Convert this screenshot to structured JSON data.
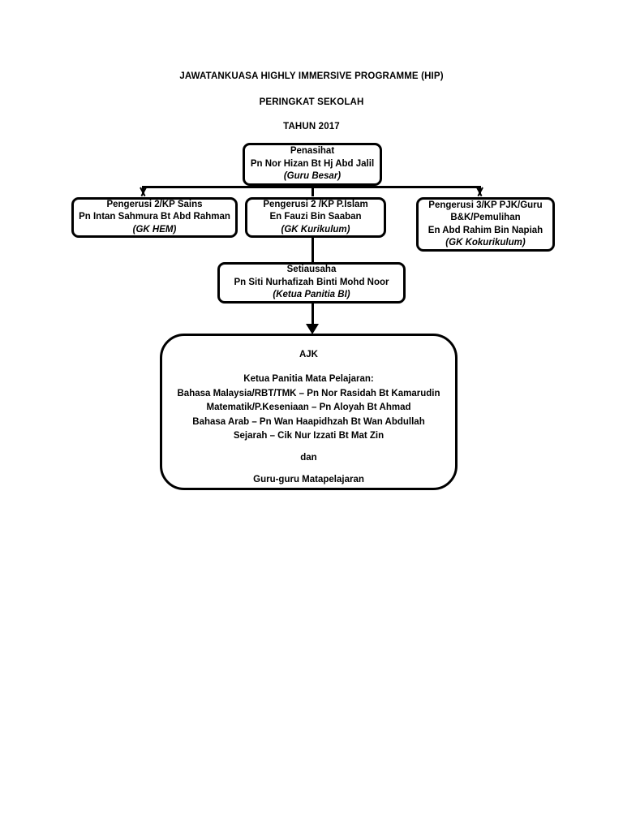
{
  "document": {
    "headings": {
      "main": "JAWATANKUASA HIGHLY IMMERSIVE PROGRAMME (HIP)",
      "sub": "PERINGKAT SEKOLAH",
      "year": "TAHUN 2017"
    }
  },
  "chart": {
    "type": "org-chart",
    "nodes": [
      {
        "id": "penasihat",
        "role": "Penasihat",
        "name": "Pn Nor Hizan Bt Hj Abd Jalil",
        "position": "(Guru Besar)"
      },
      {
        "id": "pengerusi2-sains",
        "role": "Pengerusi 2/KP Sains",
        "name": "Pn Intan Sahmura Bt Abd Rahman",
        "position": "(GK HEM)"
      },
      {
        "id": "pengerusi2-islam",
        "role": "Pengerusi 2 /KP P.Islam",
        "name": "En Fauzi Bin Saaban",
        "position": "(GK Kurikulum)"
      },
      {
        "id": "pengerusi3-pjk",
        "role_line1": "Pengerusi 3/KP PJK/Guru",
        "role_line2": "B&K/Pemulihan",
        "name": "En Abd Rahim Bin Napiah",
        "position": "(GK Kokurikulum)"
      },
      {
        "id": "setiausaha",
        "role": "Setiausaha",
        "name": "Pn Siti Nurhafizah Binti Mohd Noor",
        "position": "(Ketua Panitia BI)"
      },
      {
        "id": "ajk",
        "title": "AJK",
        "subheading": "Ketua Panitia Mata Pelajaran:",
        "members": [
          "Bahasa Malaysia/RBT/TMK – Pn Nor Rasidah Bt Kamarudin",
          "Matematik/P.Keseniaan – Pn Aloyah Bt Ahmad",
          "Bahasa Arab – Pn Wan Haapidhzah Bt Wan Abdullah",
          "Sejarah – Cik Nur Izzati Bt Mat Zin"
        ],
        "conjunction": "dan",
        "footer": "Guru-guru Matapelajaran"
      }
    ],
    "colors": {
      "border": "#000000",
      "text": "#000000",
      "background": "#ffffff"
    }
  }
}
